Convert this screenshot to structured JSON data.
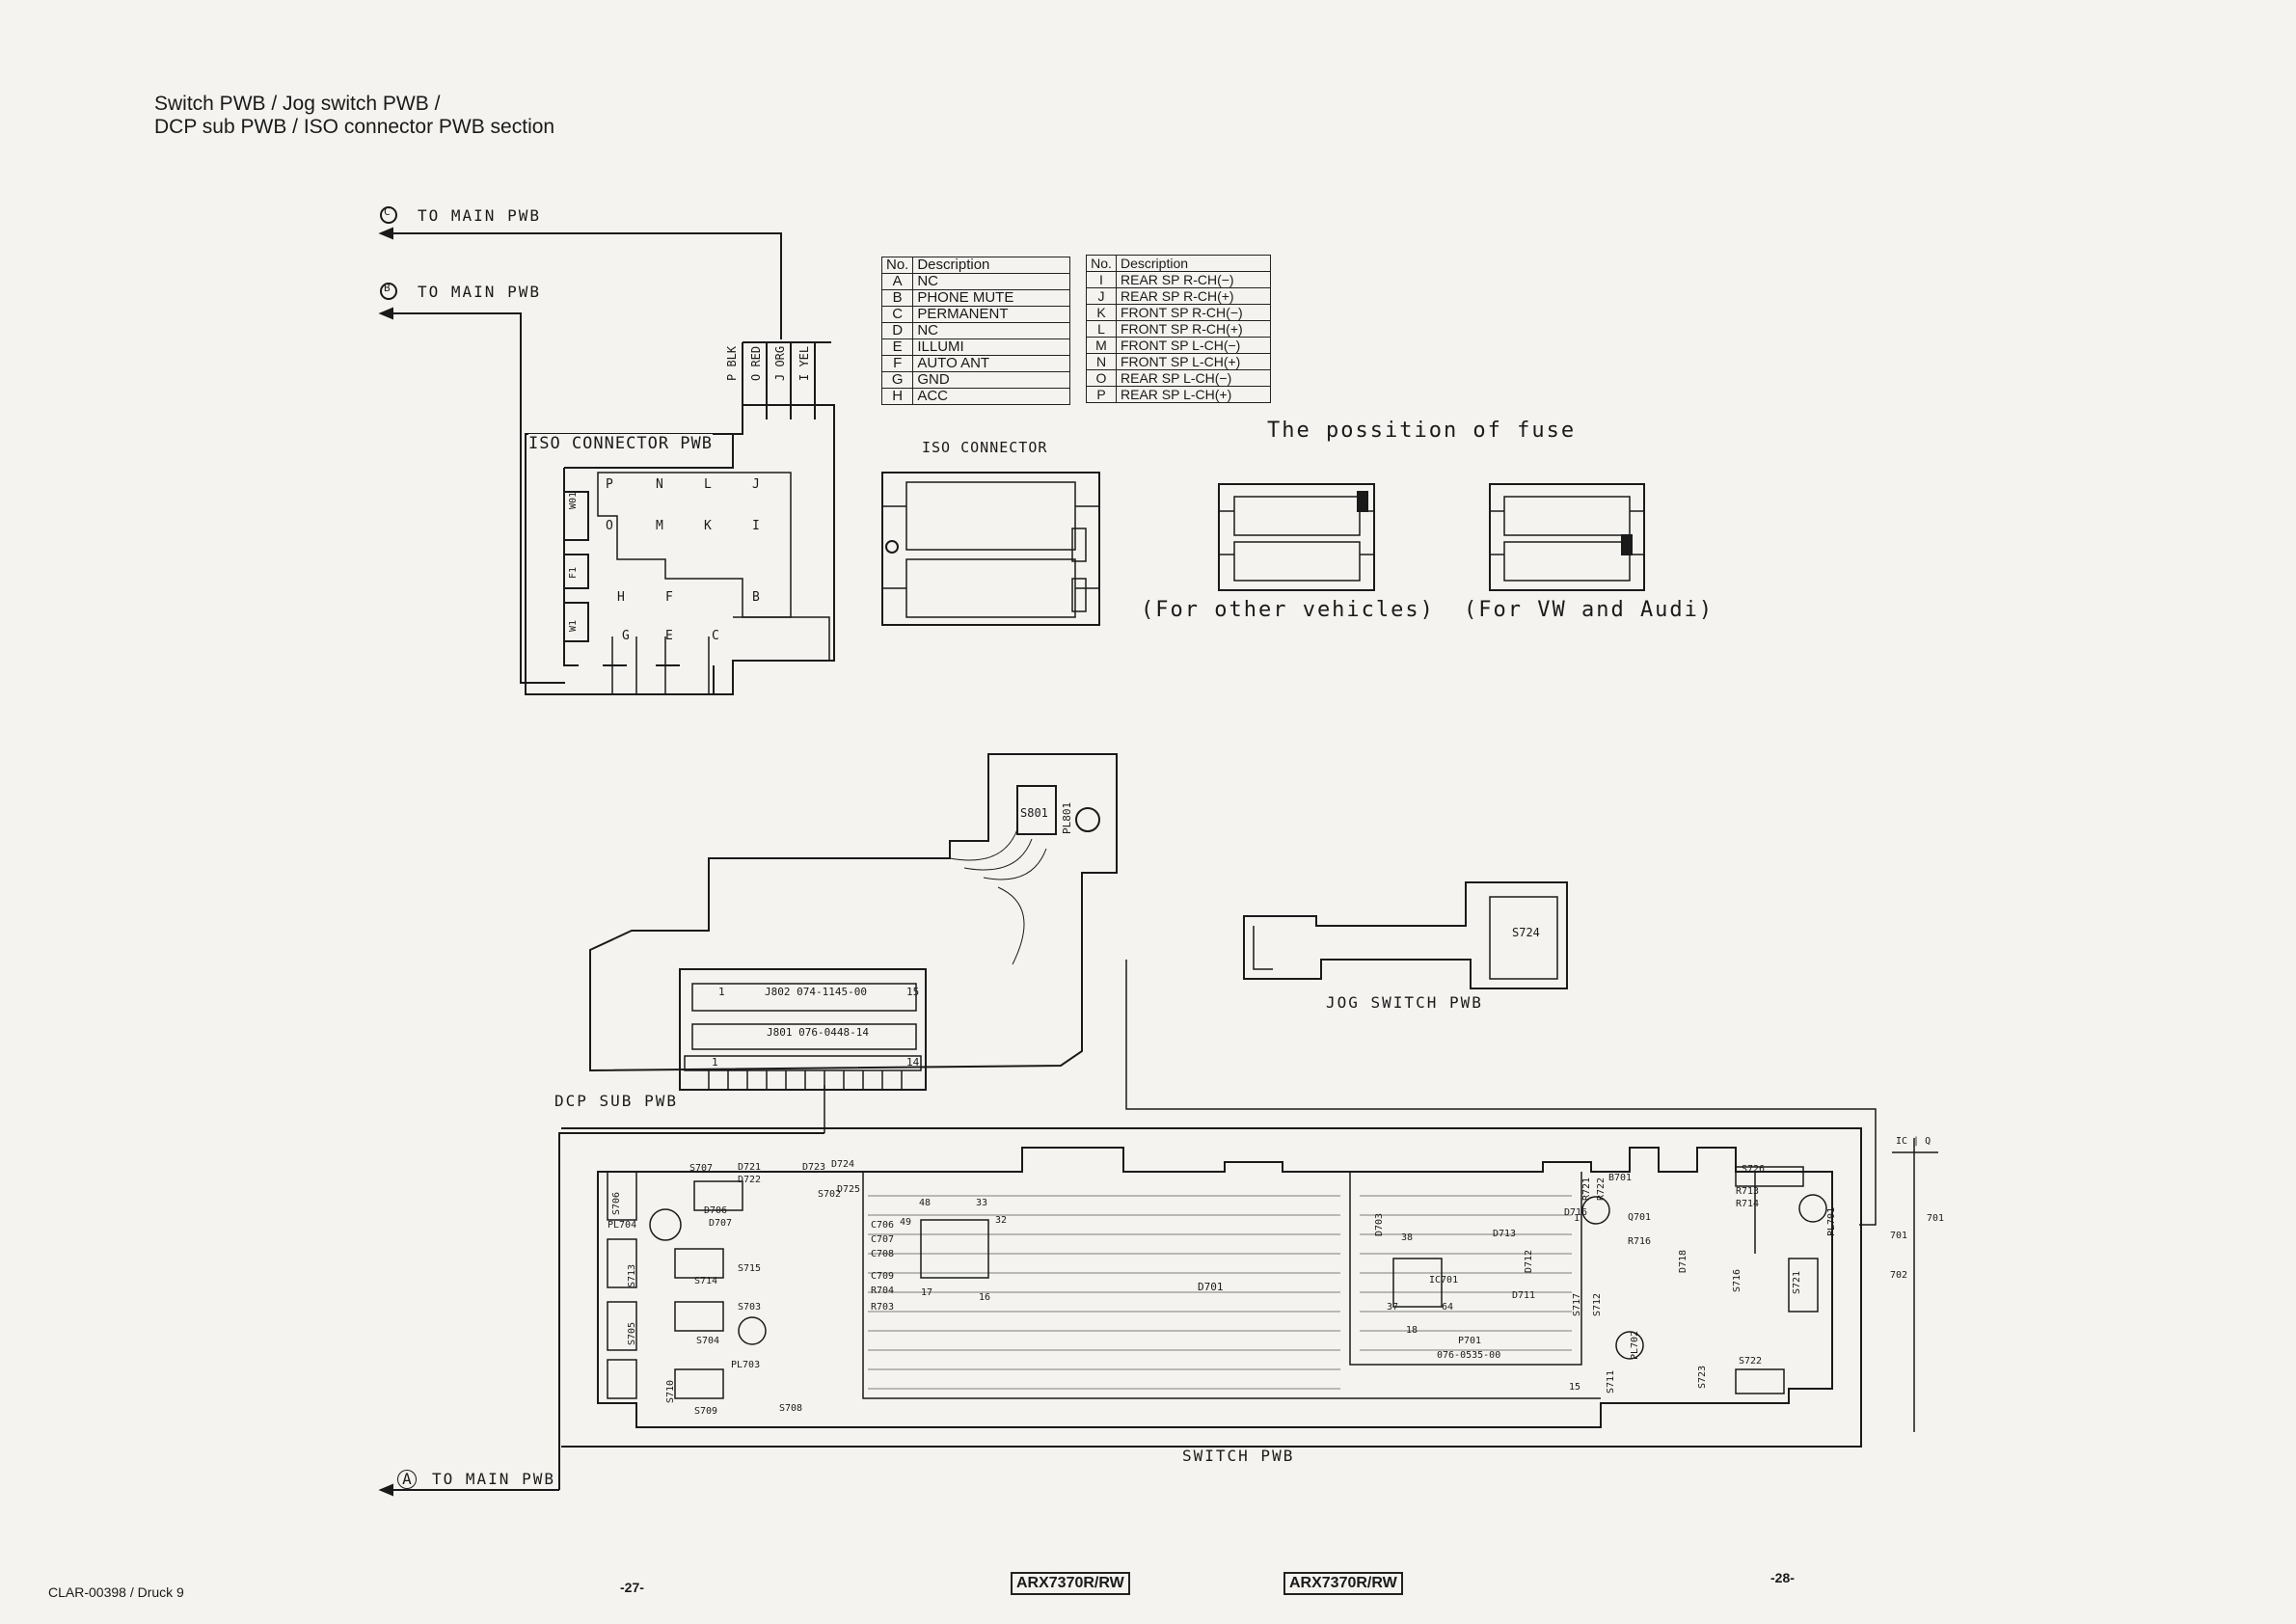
{
  "header": {
    "title_line1": "Switch PWB / Jog switch PWB /",
    "title_line2": "DCP sub PWB / ISO connector PWB section"
  },
  "leads": {
    "c": {
      "mark": "C",
      "label": "TO MAIN PWB"
    },
    "b": {
      "mark": "B",
      "label": "TO MAIN PWB"
    },
    "a": {
      "mark": "A",
      "label": "TO MAIN PWB"
    }
  },
  "wires": [
    "P BLK",
    "O RED",
    "J ORG",
    "I YEL"
  ],
  "iso_pwb": {
    "label": "ISO CONNECTOR PWB",
    "pins": [
      "P",
      "N",
      "L",
      "J",
      "O",
      "M",
      "K",
      "I",
      "H",
      "F",
      "B",
      "G",
      "E",
      "C"
    ],
    "fuse_labels": [
      "W01",
      "F1",
      "W1"
    ]
  },
  "iso_connector_label": "ISO CONNECTOR",
  "table_left": {
    "header": [
      "No.",
      "Description"
    ],
    "rows": [
      [
        "A",
        "NC"
      ],
      [
        "B",
        "PHONE MUTE"
      ],
      [
        "C",
        "PERMANENT"
      ],
      [
        "D",
        "NC"
      ],
      [
        "E",
        "ILLUMI"
      ],
      [
        "F",
        "AUTO ANT"
      ],
      [
        "G",
        "GND"
      ],
      [
        "H",
        "ACC"
      ]
    ]
  },
  "table_right": {
    "header": [
      "No.",
      "Description"
    ],
    "rows": [
      [
        "I",
        "REAR SP R-CH(−)"
      ],
      [
        "J",
        "REAR SP R-CH(+)"
      ],
      [
        "K",
        "FRONT SP R-CH(−)"
      ],
      [
        "L",
        "FRONT SP R-CH(+)"
      ],
      [
        "M",
        "FRONT SP L-CH(−)"
      ],
      [
        "N",
        "FRONT SP L-CH(+)"
      ],
      [
        "O",
        "REAR SP L-CH(−)"
      ],
      [
        "P",
        "REAR SP L-CH(+)"
      ]
    ]
  },
  "fuse": {
    "title": "The possition of fuse",
    "other": "(For other vehicles)",
    "vw": "(For VW and Audi)"
  },
  "dcp": {
    "label": "DCP SUB PWB",
    "s801": "S801",
    "pl801": "PL801",
    "j802": "J802 074-1145-00",
    "j801": "J801 076-0448-14",
    "pin1": "1",
    "pin15": "15",
    "pin14": "14"
  },
  "jog": {
    "label": "JOG SWITCH PWB",
    "s724": "S724"
  },
  "switch_pwb": {
    "label": "SWITCH PWB",
    "parts": [
      "S706",
      "PL704",
      "S713",
      "S705",
      "S710",
      "S709",
      "S708",
      "S707",
      "S715",
      "S714",
      "S704",
      "S703",
      "S702",
      "PL703",
      "D721",
      "D722",
      "D723",
      "D724",
      "D725",
      "D706",
      "D707",
      "C706",
      "C707",
      "C708",
      "C709",
      "R704",
      "R703",
      "D701",
      "D703",
      "IC701",
      "P701",
      "D711",
      "D712",
      "D713",
      "S716",
      "S717",
      "S711",
      "S712",
      "PL702",
      "S723",
      "S722",
      "S721",
      "S726",
      "PL701",
      "R713",
      "R714",
      "R716",
      "D716",
      "D718",
      "Q701",
      "B701",
      "R721",
      "R722",
      "076-0535-00",
      "48",
      "49",
      "33",
      "32",
      "17",
      "16",
      "64",
      "18",
      "37",
      "38",
      "1",
      "15"
    ]
  },
  "icq": {
    "header": "IC | Q",
    "values": [
      "701",
      "701",
      "702"
    ]
  },
  "footer": {
    "left": "CLAR-00398 / Druck 9",
    "page_left": "-27-",
    "model_left": "ARX7370R/RW",
    "model_right": "ARX7370R/RW",
    "page_right": "-28-"
  }
}
